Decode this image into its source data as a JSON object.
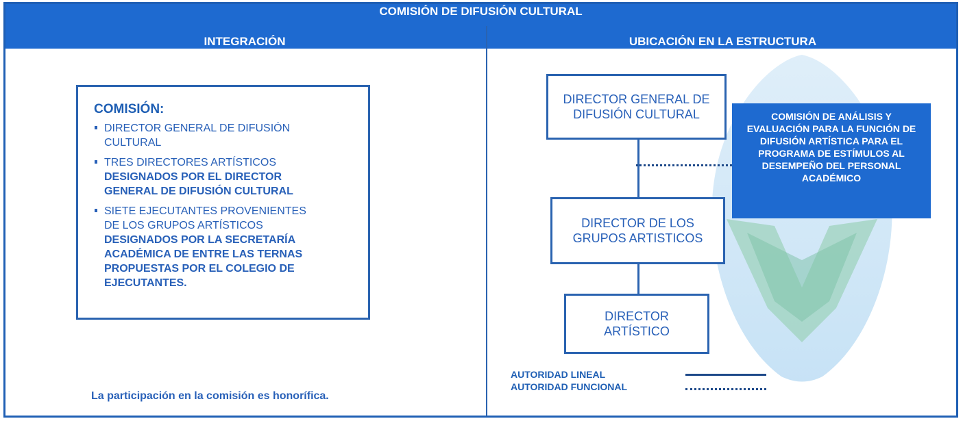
{
  "header": {
    "main_title": "COMISIÓN DE DIFUSIÓN CULTURAL",
    "left_column_title": "INTEGRACIÓN",
    "right_column_title": "UBICACIÓN EN LA ESTRUCTURA"
  },
  "integracion": {
    "title": "COMISIÓN:",
    "items": [
      {
        "line1": "DIRECTOR GENERAL DE DIFUSIÓN",
        "line2": "CULTURAL",
        "line3": ""
      },
      {
        "line1": "TRES DIRECTORES ARTÍSTICOS",
        "line2": "DESIGNADOS POR EL DIRECTOR",
        "line3": "GENERAL DE DIFUSIÓN CULTURAL"
      },
      {
        "line1": "SIETE EJECUTANTES PROVENIENTES",
        "line2": "DE LOS GRUPOS ARTÍSTICOS",
        "line3": "DESIGNADOS POR LA SECRETARÍA ACADÉMICA DE ENTRE LAS TERNAS PROPUESTAS POR EL COLEGIO DE EJECUTANTES."
      }
    ],
    "note": "La participación en la comisión es honorífica."
  },
  "estructura": {
    "box_general": "DIRECTOR GENERAL DE DIFUSIÓN CULTURAL",
    "box_grupos": "DIRECTOR DE LOS GRUPOS ARTISTICOS",
    "box_artistico": "DIRECTOR ARTÍSTICO",
    "eval_box": "COMISIÓN DE ANÁLISIS Y EVALUACIÓN PARA LA FUNCIÓN DE DIFUSIÓN ARTÍSTICA PARA EL PROGRAMA DE ESTÍMULOS AL DESEMPEÑO DEL PERSONAL ACADÉMICO"
  },
  "legend": {
    "linear": "AUTORIDAD LINEAL",
    "functional": "AUTORIDAD FUNCIONAL"
  },
  "colors": {
    "header_blue": "#1e6ad0",
    "text_blue": "#2860b8",
    "border_blue": "#2a63b0"
  }
}
